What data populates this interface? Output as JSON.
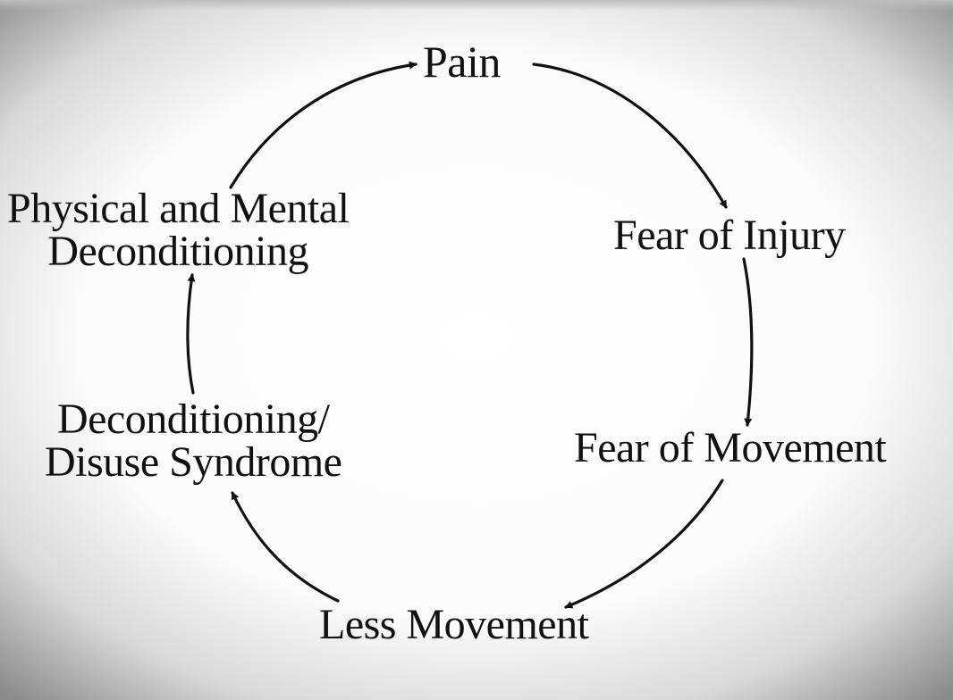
{
  "nodes": {
    "pain": "Pain",
    "fear_injury": "Fear of Injury",
    "fear_movement": "Fear of Movement",
    "less_movement": "Less Movement",
    "disuse": [
      "Deconditioning/",
      "Disuse Syndrome"
    ],
    "physical_mental": [
      "Physical and Mental",
      "Deconditioning"
    ]
  }
}
